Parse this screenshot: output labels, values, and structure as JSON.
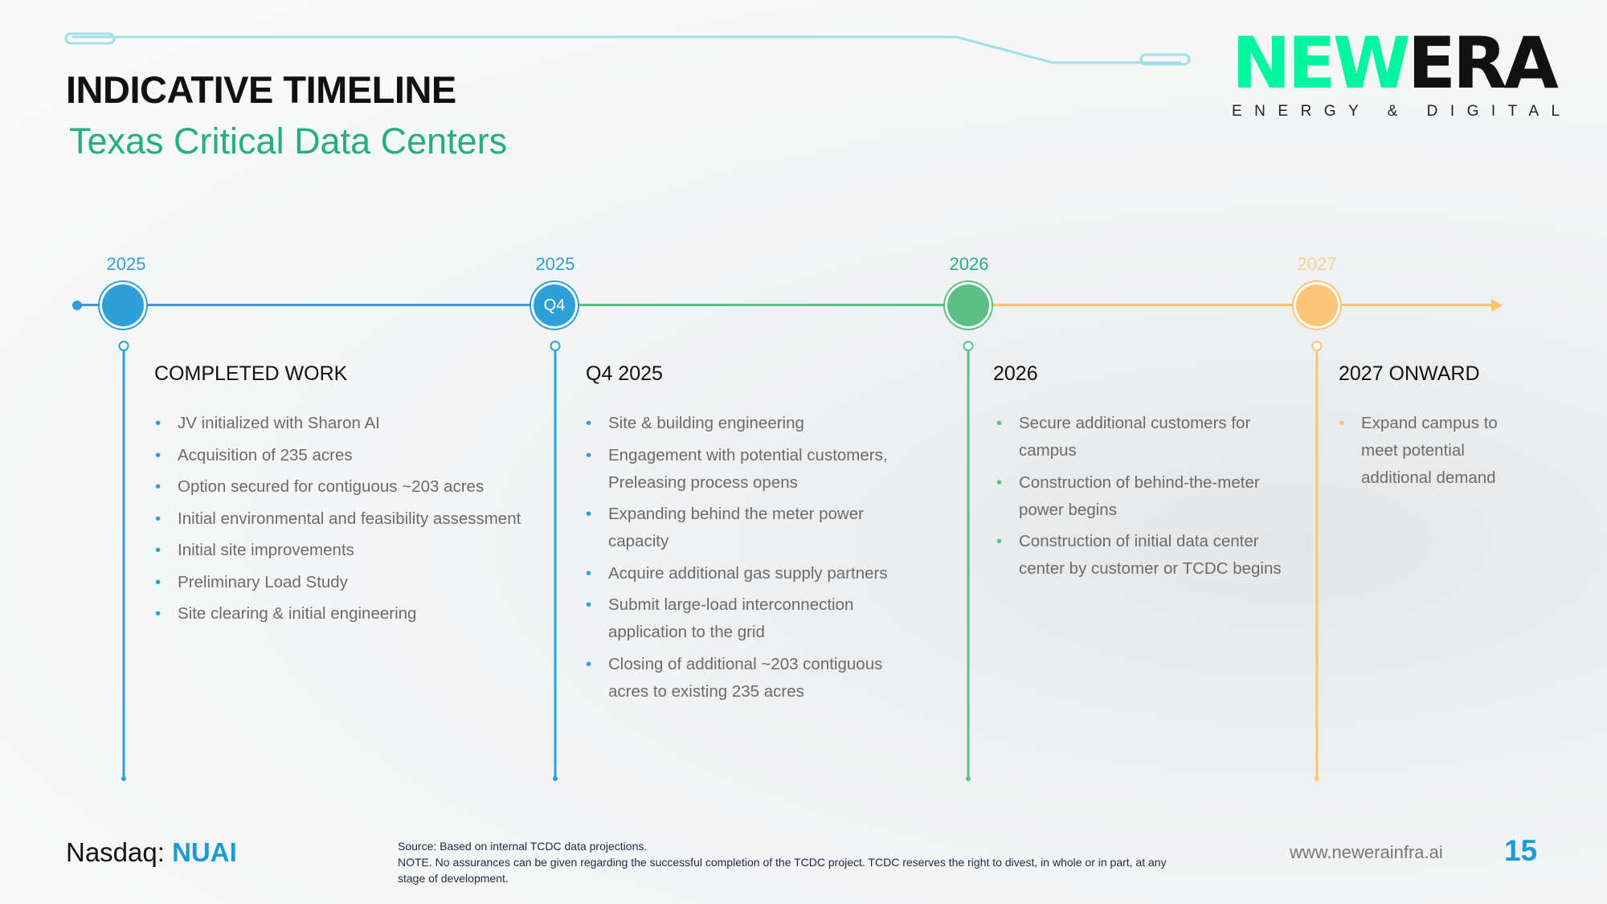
{
  "header": {
    "title": "INDICATIVE TIMELINE",
    "subtitle": "Texas Critical Data Centers"
  },
  "logo": {
    "part1": "NEW",
    "part2": "ERA",
    "tagline": "ENERGY & DIGITAL"
  },
  "colors": {
    "blue": "#2f9fd8",
    "green": "#5bbf86",
    "orange": "#f9c46e",
    "logo_green": "#00f5a0"
  },
  "milestones": [
    {
      "year": "2025",
      "node_label": "",
      "heading": "COMPLETED WORK",
      "items": [
        "JV initialized with Sharon AI",
        "Acquisition of 235 acres",
        "Option secured for contiguous ~203 acres",
        "Initial environmental and feasibility assessment",
        "Initial site improvements",
        "Preliminary Load Study",
        "Site clearing & initial engineering"
      ]
    },
    {
      "year": "2025",
      "node_label": "Q4",
      "heading": "Q4 2025",
      "items": [
        "Site & building engineering",
        "Engagement with potential customers, Preleasing process opens",
        "Expanding behind the meter power capacity",
        "Acquire additional gas supply partners",
        "Submit large-load interconnection application to the grid",
        "Closing of additional ~203 contiguous acres to existing 235 acres"
      ]
    },
    {
      "year": "2026",
      "node_label": "",
      "heading": "2026",
      "items": [
        "Secure additional customers for campus",
        "Construction of behind-the-meter power begins",
        "Construction of initial data center center by customer or TCDC begins"
      ]
    },
    {
      "year": "2027",
      "node_label": "",
      "heading": "2027 ONWARD",
      "items": [
        "Expand campus to meet potential additional demand"
      ]
    }
  ],
  "footer": {
    "nasdaq_label": "Nasdaq:",
    "ticker": "NUAI",
    "source": "Source: Based on internal TCDC data projections.",
    "note": "NOTE. No assurances can be given regarding the successful completion of the TCDC project. TCDC reserves the right to divest, in whole or in part, at any stage of development.",
    "website": "www.newerainfra.ai",
    "page_number": "15"
  }
}
